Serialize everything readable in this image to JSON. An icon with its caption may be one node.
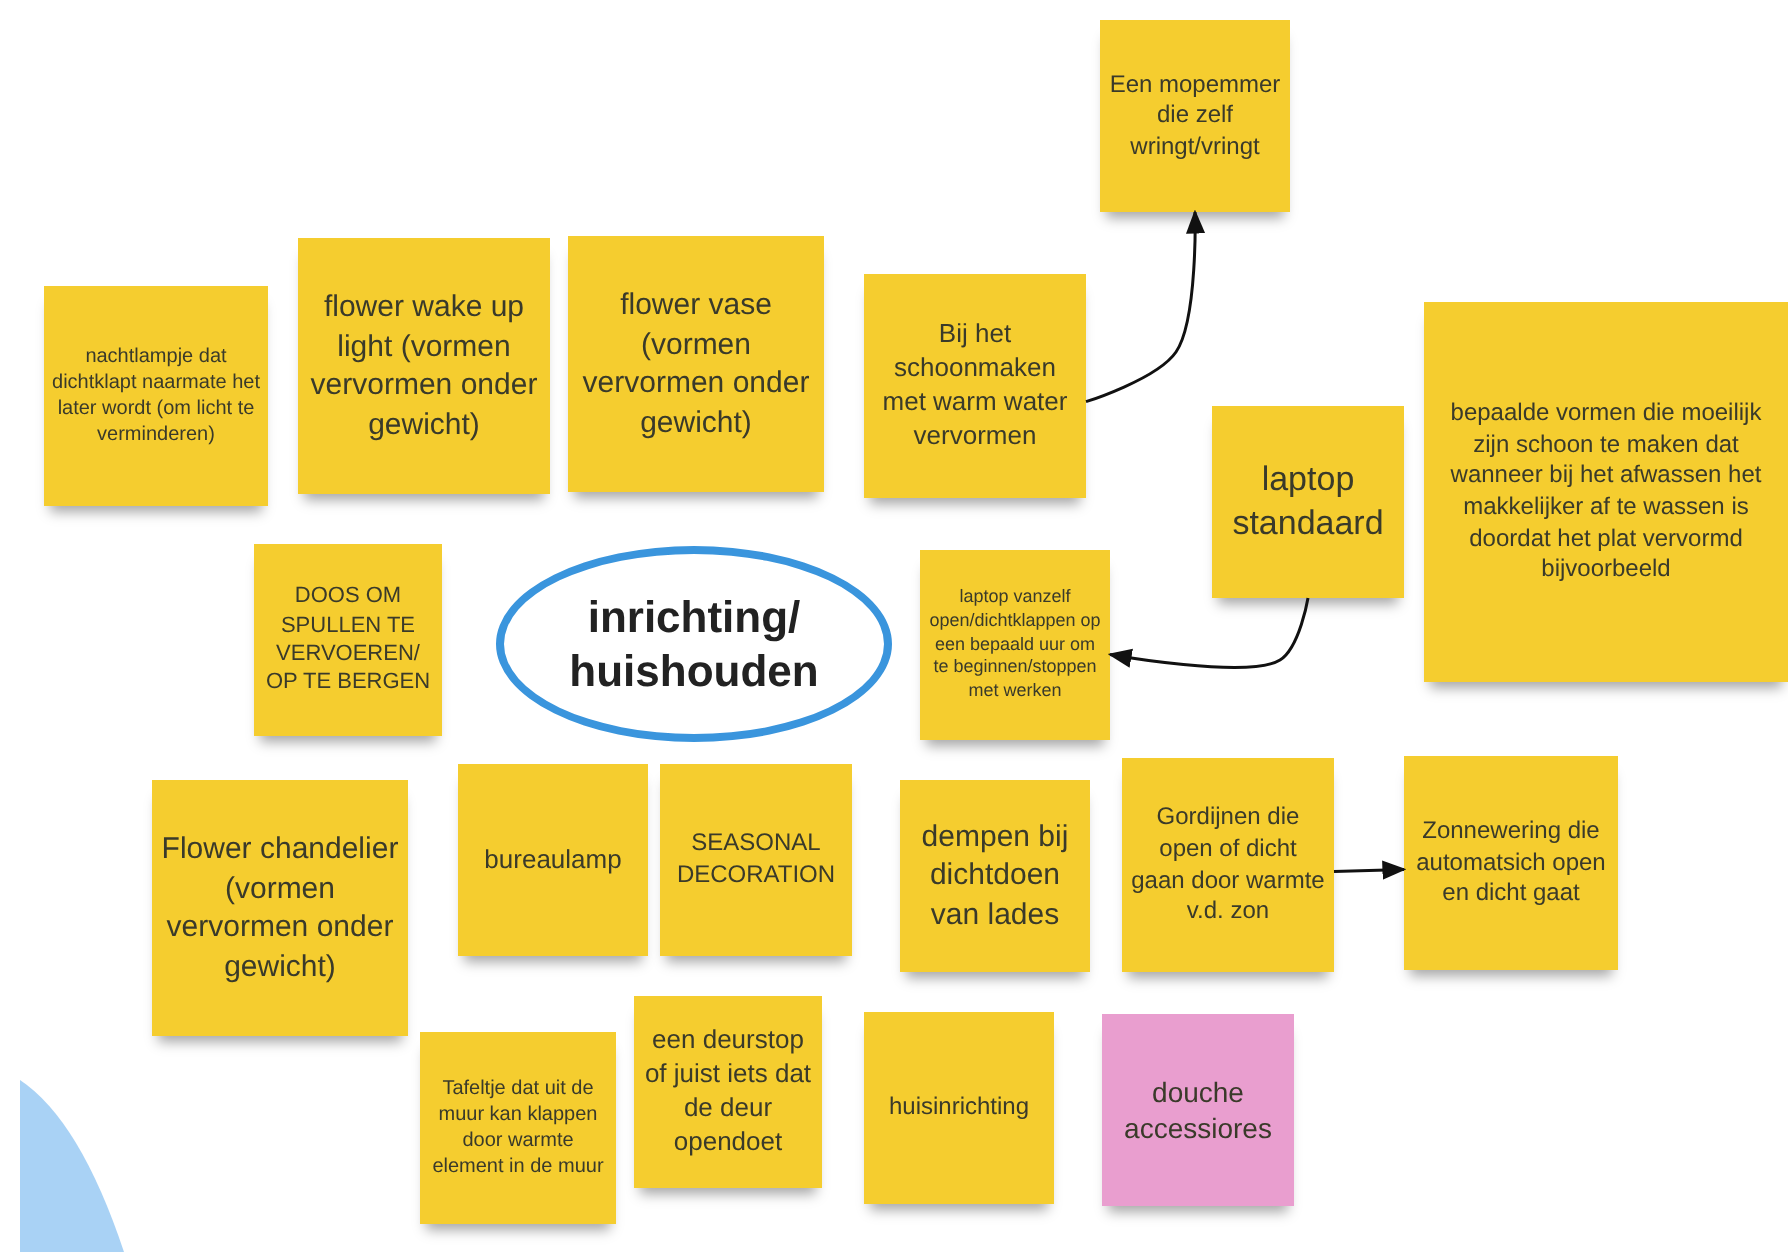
{
  "diagram": {
    "nodes": [
      {
        "text": [
          "Een mopemmer die zelf wringt/vringt"
        ]
      },
      {
        "text": [
          "nachtlampje dat dichtklapt naarmate het later wordt (om licht te verminderen)"
        ]
      },
      {
        "text": [
          "flower wake up light (vormen vervormen onder gewicht)"
        ]
      },
      {
        "text": [
          "flower vase (vormen vervormen onder gewicht)"
        ]
      },
      {
        "text": [
          "Bij het schoonmaken met warm water vervormen"
        ]
      },
      {
        "text": [
          "bepaalde vormen die moeilijk zijn schoon te maken dat wanneer bij het afwassen het makkelijker af te wassen is doordat het plat vervormd bijvoorbeeld"
        ]
      },
      {
        "text": [
          "laptop standaard"
        ]
      },
      {
        "text": [
          "DOOS OM SPULLEN TE VERVOEREN/ OP TE BERGEN"
        ]
      },
      {
        "text": [
          "inrichting/ huishouden"
        ]
      },
      {
        "text": [
          "laptop vanzelf open/dichtklappen op een bepaald uur om te beginnen/stoppen met werken"
        ]
      },
      {
        "text": [
          "Flower chandelier (vormen vervormen onder gewicht)"
        ]
      },
      {
        "text": [
          "bureaulamp"
        ]
      },
      {
        "text": [
          "SEASONAL DECORATION"
        ]
      },
      {
        "text": [
          "dempen bij dichtdoen van lades"
        ]
      },
      {
        "text": [
          "Gordijnen die open of dicht gaan door warmte v.d. zon"
        ]
      },
      {
        "text": [
          "Zonnewering die automatsich open en dicht gaat"
        ]
      },
      {
        "text": [
          "Tafeltje dat uit de muur kan klappen door warmte element in de muur"
        ]
      },
      {
        "text": [
          "een deurstop of juist iets dat de deur opendoet"
        ]
      },
      {
        "text": [
          "huisinrichting"
        ]
      },
      {
        "text": [
          "douche accessiores"
        ]
      }
    ],
    "edges": [
      {
        "from": 4,
        "to": 0,
        "arrow": "to"
      },
      {
        "from": 6,
        "to": 9,
        "arrow": "to"
      },
      {
        "from": 14,
        "to": 15,
        "arrow": "to"
      }
    ]
  }
}
